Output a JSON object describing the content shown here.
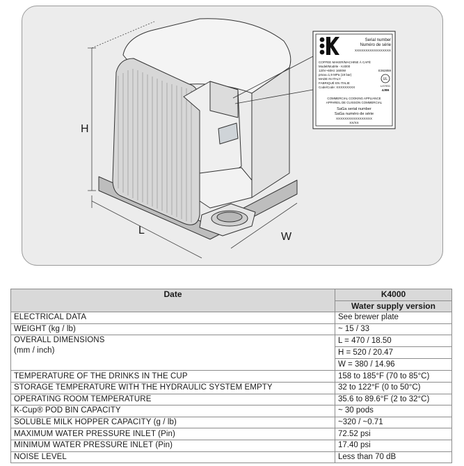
{
  "figure": {
    "dimension_labels": {
      "height": "H",
      "length": "L",
      "width": "W"
    },
    "plate": {
      "brand_glyph": "K",
      "serial_label_en": "Serial number",
      "serial_label_fr": "Numéro de série",
      "serial_value": "XXXXXXXXXXXXXXXXX",
      "lines": [
        "COFFEE MAKER/MACHINE À CAFÉ",
        "Model/Modèle - K4000",
        "120V~60Hz 1600W",
        "pmax=1,9 MPa (19 bar)",
        "MADE IN ITALY",
        "FABRIQUÉ EN ITALIE",
        "Code/Code: XXXXXXXXX"
      ],
      "cert_code": "E362859",
      "cert_mark_1": "UL",
      "cert_mark_2": "LISTED",
      "cert_code_2": "4JB6",
      "commercial_en": "COMMERCIAL COOKING APPLIANCE",
      "commercial_fr": "APPAREIL DE CUISSON COMMERCIAL",
      "saga_label_en": "SaGa serial number",
      "saga_label_fr": "SaGa numéro de série",
      "saga_value": "XXXXXXXXXXXXXXXXX",
      "saga_sub": "XX/XX"
    }
  },
  "table": {
    "header_left": "Date",
    "header_model": "K4000",
    "header_version": "Water supply version",
    "rows": [
      {
        "label": "ELECTRICAL DATA",
        "value": "See brewer plate"
      },
      {
        "label": "WEIGHT (kg / lb)",
        "value": "~ 15 / 33"
      },
      {
        "label": "OVERALL DIMENSIONS",
        "label2": "(mm / inch)",
        "values": [
          "L = 470 / 18.50",
          "H = 520 / 20.47",
          "W = 380 / 14.96"
        ]
      },
      {
        "label": "TEMPERATURE OF THE DRINKS IN THE CUP",
        "value": "158 to 185°F (70 to 85°C)"
      },
      {
        "label": "STORAGE TEMPERATURE WITH THE HYDRAULIC SYSTEM EMPTY",
        "value": "32 to 122°F (0 to 50°C)"
      },
      {
        "label": "OPERATING ROOM TEMPERATURE",
        "value": "35.6 to 89.6°F (2 to 32°C)"
      },
      {
        "label": "K-Cup® POD BIN CAPACITY",
        "value": "~ 30 pods"
      },
      {
        "label": "SOLUBLE MILK HOPPER CAPACITY (g / lb)",
        "value": "~320 / ~0.71"
      },
      {
        "label": "MAXIMUM WATER PRESSURE INLET (Pin)",
        "value": "72.52 psi"
      },
      {
        "label": "MINIMUM WATER PRESSURE INLET (Pin)",
        "value": "17.40 psi"
      },
      {
        "label": "NOISE LEVEL",
        "value": "Less than 70 dB"
      }
    ]
  }
}
